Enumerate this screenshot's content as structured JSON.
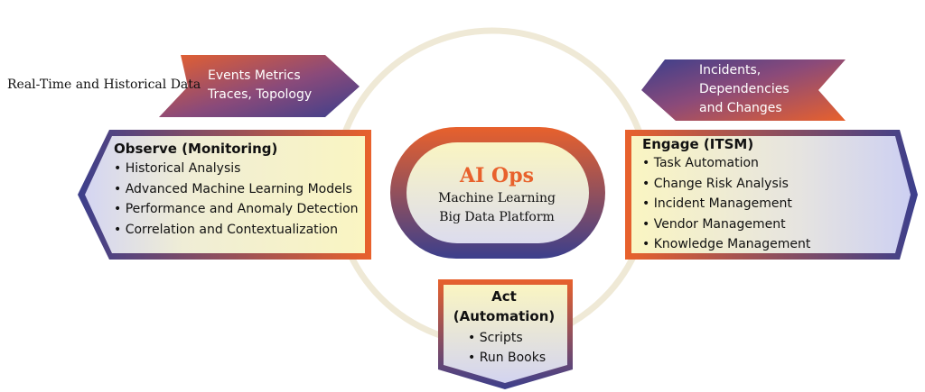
{
  "colors": {
    "orange": "#e8612c",
    "indigo": "#3c3f8c",
    "panel_light": "#f8f3c2",
    "panel_lavender": "#cfd2f2",
    "ring": "#efe9d6"
  },
  "input_label": "Real-Time and Historical Data",
  "left_arrow": {
    "lines": [
      "Events Metrics",
      "Traces, Topology"
    ]
  },
  "right_arrow": {
    "lines": [
      "Incidents,",
      "Dependencies",
      "and Changes"
    ]
  },
  "core": {
    "title": "AI Ops",
    "lines": [
      "Machine Learning",
      "Big Data Platform"
    ]
  },
  "observe": {
    "title": "Observe (Monitoring)",
    "items": [
      "Historical Analysis",
      "Advanced Machine Learning Models",
      "Performance and Anomaly Detection",
      "Correlation and Contextualization"
    ]
  },
  "engage": {
    "title": "Engage (ITSM)",
    "items": [
      "Task Automation",
      "Change Risk Analysis",
      "Incident Management",
      "Vendor Management",
      "Knowledge Management"
    ]
  },
  "act": {
    "title_lines": [
      "Act",
      "(Automation)"
    ],
    "items": [
      "Scripts",
      "Run Books"
    ]
  }
}
